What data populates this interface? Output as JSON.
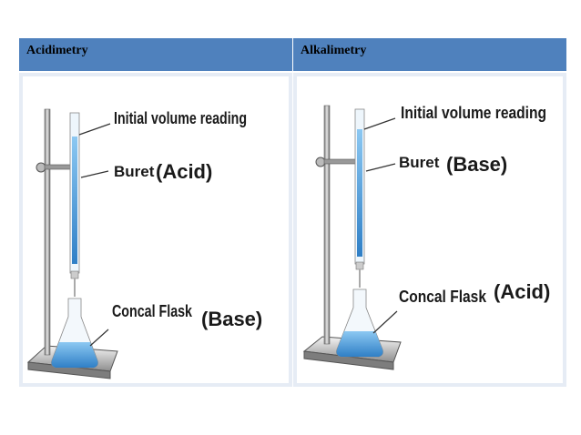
{
  "headers": {
    "left": "Acidimetry",
    "right": "Alkalimetry"
  },
  "left_diagram": {
    "initial_volume_label": "Initial volume reading",
    "buret_label": "Buret",
    "buret_content": "(Acid)",
    "flask_label": "Concal Flask",
    "flask_content": "(Base)"
  },
  "right_diagram": {
    "initial_volume_label": "Initial volume reading",
    "buret_label": "Buret",
    "buret_content": "(Base)",
    "flask_label": "Concal Flask",
    "flask_content": "(Acid)"
  },
  "colors": {
    "header_bg": "#4f81bd",
    "liquid": "#5aa9e6",
    "panel_bg": "#e6ecf5"
  }
}
